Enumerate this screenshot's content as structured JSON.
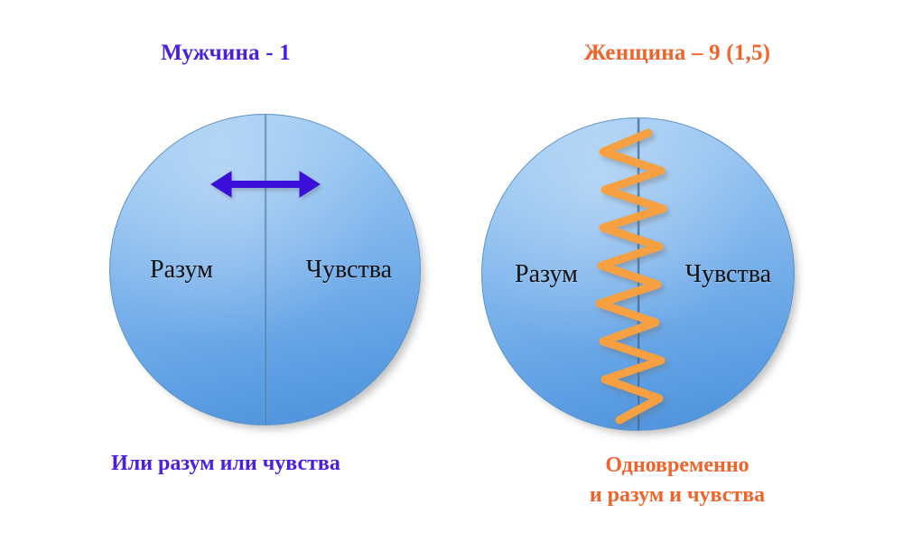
{
  "meta": {
    "background_color": "#ffffff",
    "blue_text_color": "#4b1fe0",
    "orange_text_color": "#f2632a",
    "zigzag_color": "#f7a042",
    "arrow_color": "#3a0fd8",
    "circle_color_light": "#a6cef5",
    "circle_color_dark": "#4a90d9",
    "label_color": "#111111"
  },
  "left": {
    "title": "Мужчина - 1",
    "circle": {
      "reason_label": "Разум",
      "feeling_label": "Чувства",
      "indicator": "double-headed-horizontal-arrow"
    },
    "caption_lines": [
      "Или разум или чувства"
    ]
  },
  "right": {
    "title": "Женщина – 9 (1,5)",
    "circle": {
      "reason_label": "Разум",
      "feeling_label": "Чувства",
      "indicator": "vertical-orange-zigzag"
    },
    "caption_lines": [
      "Одновременно",
      "и разум и чувства"
    ]
  }
}
